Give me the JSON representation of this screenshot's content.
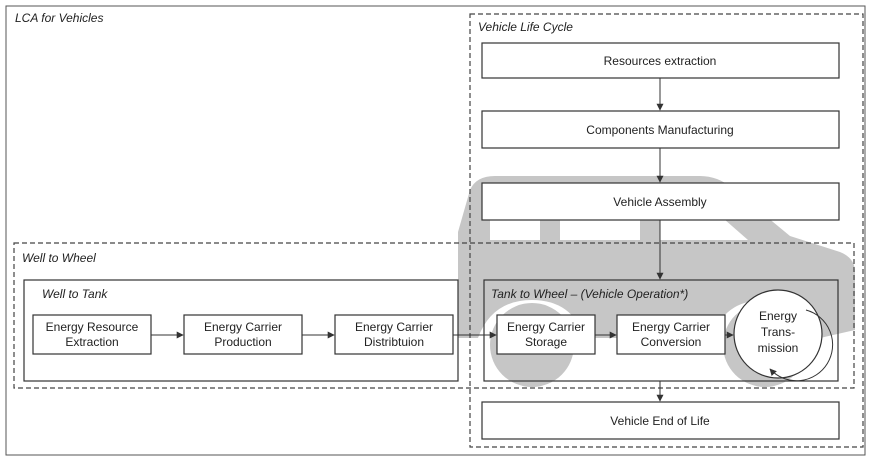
{
  "frame": {
    "title": "LCA for Vehicles"
  },
  "vehicle_life_cycle": {
    "title": "Vehicle Life Cycle",
    "steps": {
      "resources": "Resources extraction",
      "components": "Components Manufacturing",
      "assembly": "Vehicle Assembly",
      "end_of_life": "Vehicle End of Life"
    }
  },
  "well_to_wheel": {
    "title": "Well to Wheel"
  },
  "well_to_tank": {
    "title": "Well to Tank",
    "steps": {
      "extraction": [
        "Energy Resource",
        "Extraction"
      ],
      "production": [
        "Energy Carrier",
        "Production"
      ],
      "distribution": [
        "Energy Carrier",
        "Distribtuion"
      ]
    }
  },
  "tank_to_wheel": {
    "title": "Tank to Wheel – (Vehicle Operation*)",
    "steps": {
      "storage": [
        "Energy Carrier",
        "Storage"
      ],
      "conversion": [
        "Energy Carrier",
        "Conversion"
      ],
      "transmission": [
        "Energy",
        "Trans-",
        "mission"
      ]
    }
  },
  "colors": {
    "line": "#333333",
    "box_border": "#333333",
    "car_shape": "#c8c8c8",
    "text": "#222222"
  }
}
